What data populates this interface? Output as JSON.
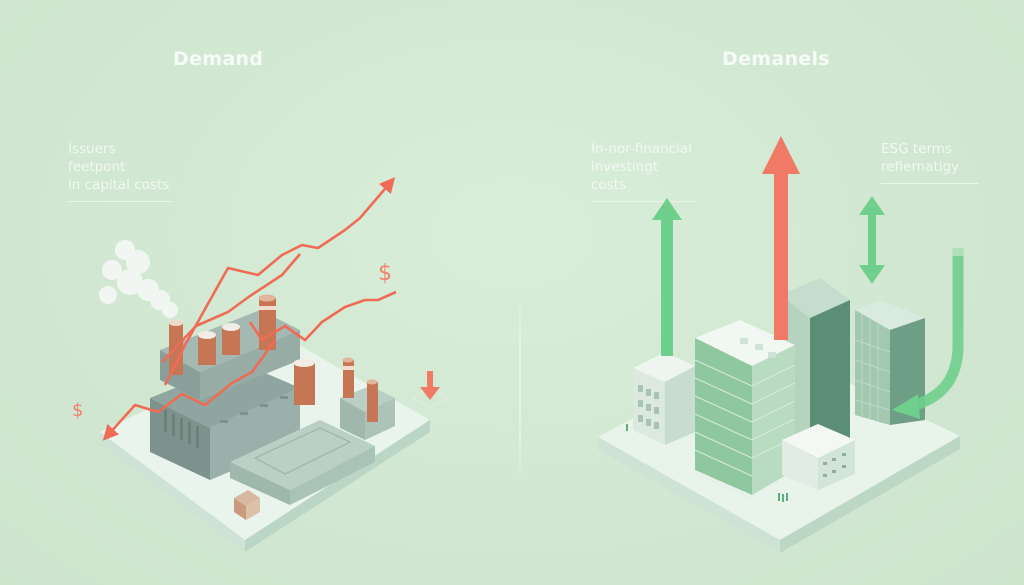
{
  "left_panel": {
    "title": "Demand",
    "caption": {
      "line1": "Issuers feetpont",
      "line2": "in capital costs"
    },
    "symbols": {
      "dollar_upper": "$",
      "dollar_lower": "$"
    },
    "illustration": "factory-with-rising-cost-lines"
  },
  "right_panel": {
    "title": "Demanels",
    "caption_left": {
      "line1": "In-nor-financial",
      "line2": "investingt costs"
    },
    "caption_right": {
      "line1": "ESG terms",
      "line2": "refiernatigy"
    },
    "illustration": "green-office-buildings-with-arrows"
  },
  "colors": {
    "background": "#d3e9d3",
    "red_accent": "#f07a66",
    "green_accent": "#6fcf8c",
    "text_light": "#f7fbf7"
  }
}
